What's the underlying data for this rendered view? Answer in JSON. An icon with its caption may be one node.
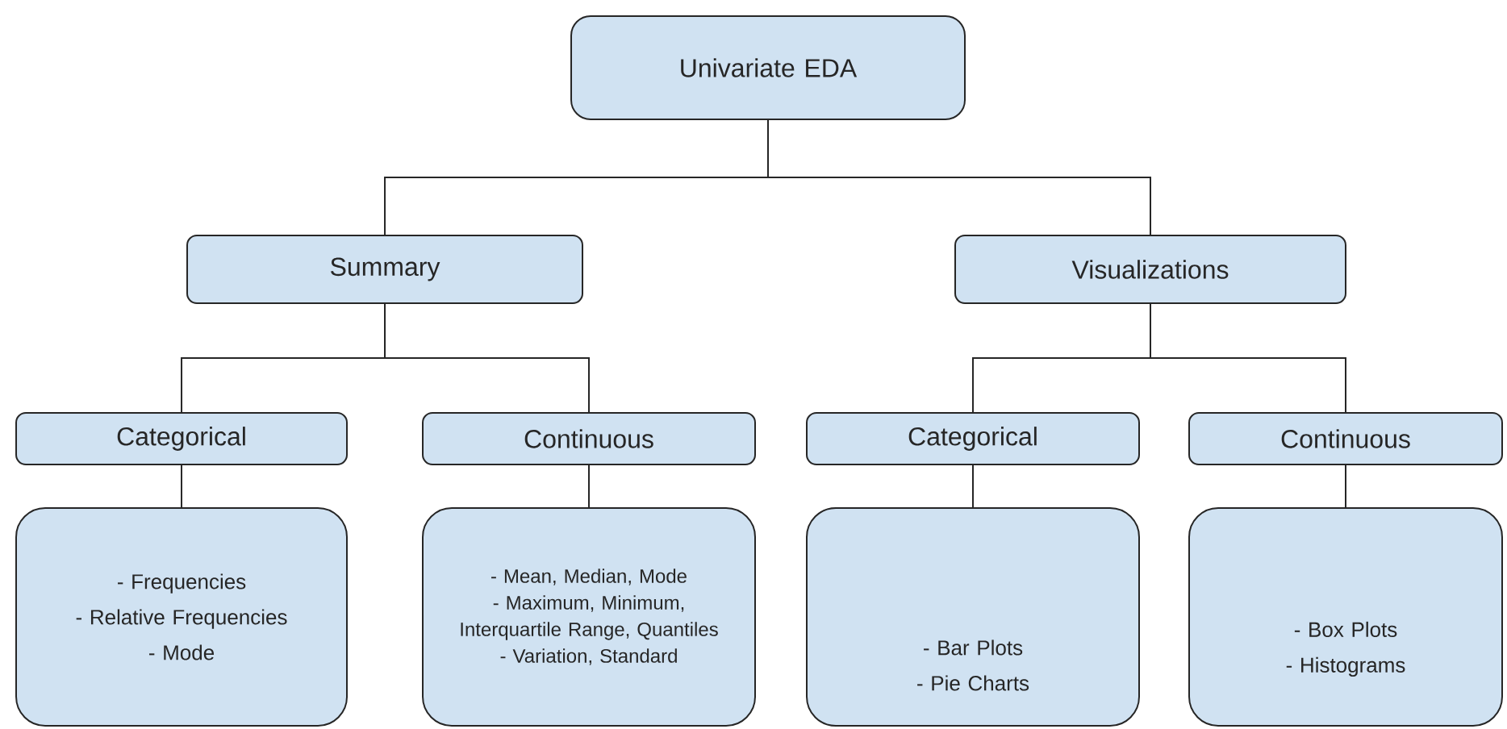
{
  "diagram": {
    "nodes": [
      {
        "text": [
          "Univariate EDA"
        ]
      },
      {
        "text": [
          "Summary"
        ]
      },
      {
        "text": [
          "Visualizations"
        ]
      },
      {
        "text": [
          "Categorical"
        ]
      },
      {
        "text": [
          "Continuous"
        ]
      },
      {
        "text": [
          "Categorical"
        ]
      },
      {
        "text": [
          "Continuous"
        ]
      },
      {
        "text": [
          "- Frequencies",
          "- Relative Frequencies",
          "- Mode"
        ]
      },
      {
        "text": [
          "- Mean, Median, Mode",
          "- Maximum, Minimum, Interquartile Range, Quantiles",
          "- Variation, Standard"
        ]
      },
      {
        "text": [
          "- Bar Plots",
          "- Pie Charts"
        ]
      },
      {
        "text": [
          "- Box Plots",
          "- Histograms"
        ]
      }
    ],
    "edges": [
      {
        "from": 0,
        "to": 1,
        "arrow": "none"
      },
      {
        "from": 0,
        "to": 2,
        "arrow": "none"
      },
      {
        "from": 1,
        "to": 3,
        "arrow": "none"
      },
      {
        "from": 1,
        "to": 4,
        "arrow": "none"
      },
      {
        "from": 2,
        "to": 5,
        "arrow": "none"
      },
      {
        "from": 2,
        "to": 6,
        "arrow": "none"
      },
      {
        "from": 3,
        "to": 7,
        "arrow": "none"
      },
      {
        "from": 4,
        "to": 8,
        "arrow": "none"
      },
      {
        "from": 5,
        "to": 9,
        "arrow": "none"
      },
      {
        "from": 6,
        "to": 10,
        "arrow": "none"
      }
    ]
  }
}
